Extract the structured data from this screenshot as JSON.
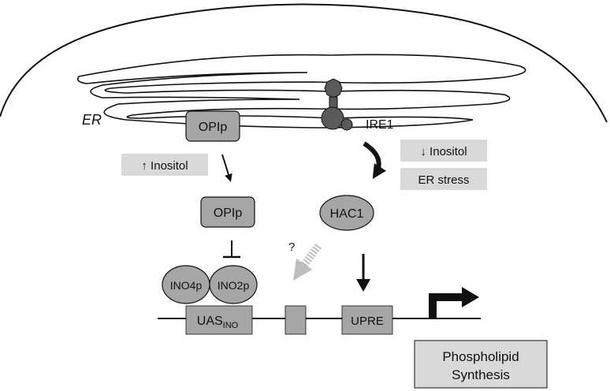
{
  "labels": {
    "er": "ER",
    "ire1": "IRE1",
    "opi_top": "OPIp",
    "opi_mid": "OPIp",
    "inositol_up": "↑ Inositol",
    "inositol_down": "↓ Inositol",
    "er_stress": "ER stress",
    "hac1": "HAC1",
    "question": "?",
    "ino4": "INO4p",
    "ino2": "INO2p",
    "uas_main": "UAS",
    "uas_sub": "INO",
    "upre": "UPRE",
    "phospho_line1": "Phospholipid",
    "phospho_line2": "Synthesis"
  },
  "colors": {
    "box_gray": "#a6a6a6",
    "tag_gray": "#d9d9d9",
    "light_arrow": "#bdbdbd",
    "dark": "#111111",
    "ire1_fill": "#5a5a5a"
  }
}
